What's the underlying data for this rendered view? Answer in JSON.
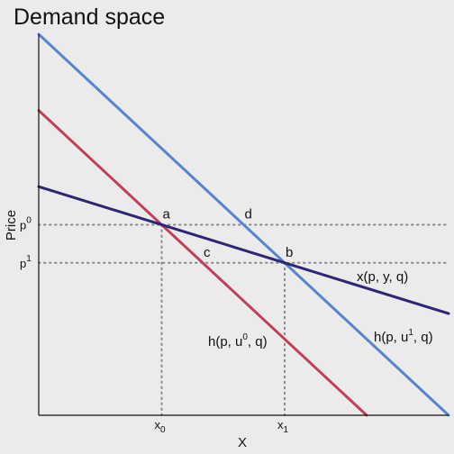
{
  "chart_data": {
    "type": "line",
    "title": "Demand space",
    "xlabel": "X",
    "ylabel": "Price",
    "grid": false,
    "legend": "none",
    "xlim": [
      0,
      10
    ],
    "ylim": [
      0,
      10
    ],
    "ticks": {
      "y": [
        {
          "base": "p",
          "sup": "0",
          "value": 5
        },
        {
          "base": "p",
          "sup": "1",
          "value": 4
        }
      ],
      "x": [
        {
          "base": "x",
          "sub": "0",
          "value": 3
        },
        {
          "base": "x",
          "sub": "1",
          "value": 6
        }
      ]
    },
    "series": [
      {
        "label": {
          "pre": "h(p, u",
          "sup": "1",
          "post": ", q)"
        },
        "color": "#5585cc",
        "x": [
          0,
          10
        ],
        "y": [
          10,
          0
        ]
      },
      {
        "label": {
          "pre": "h(p, u",
          "sup": "0",
          "post": ", q)"
        },
        "color": "#c0405a",
        "x": [
          0,
          8
        ],
        "y": [
          8,
          0
        ]
      },
      {
        "label": {
          "pre": "x(p, y, q)",
          "sup": "",
          "post": ""
        },
        "color": "#2d2576",
        "x": [
          0,
          10
        ],
        "y": [
          6,
          2.67
        ]
      }
    ],
    "guides": [
      {
        "axis": "y",
        "value": 5
      },
      {
        "axis": "y",
        "value": 4
      },
      {
        "axis": "x",
        "value": 3,
        "to": 5
      },
      {
        "axis": "x",
        "value": 6,
        "to": 4
      }
    ],
    "points": [
      {
        "label": "a",
        "x": 3,
        "y": 5
      },
      {
        "label": "d",
        "x": 5,
        "y": 5
      },
      {
        "label": "c",
        "x": 4,
        "y": 4
      },
      {
        "label": "b",
        "x": 6,
        "y": 4
      }
    ]
  }
}
